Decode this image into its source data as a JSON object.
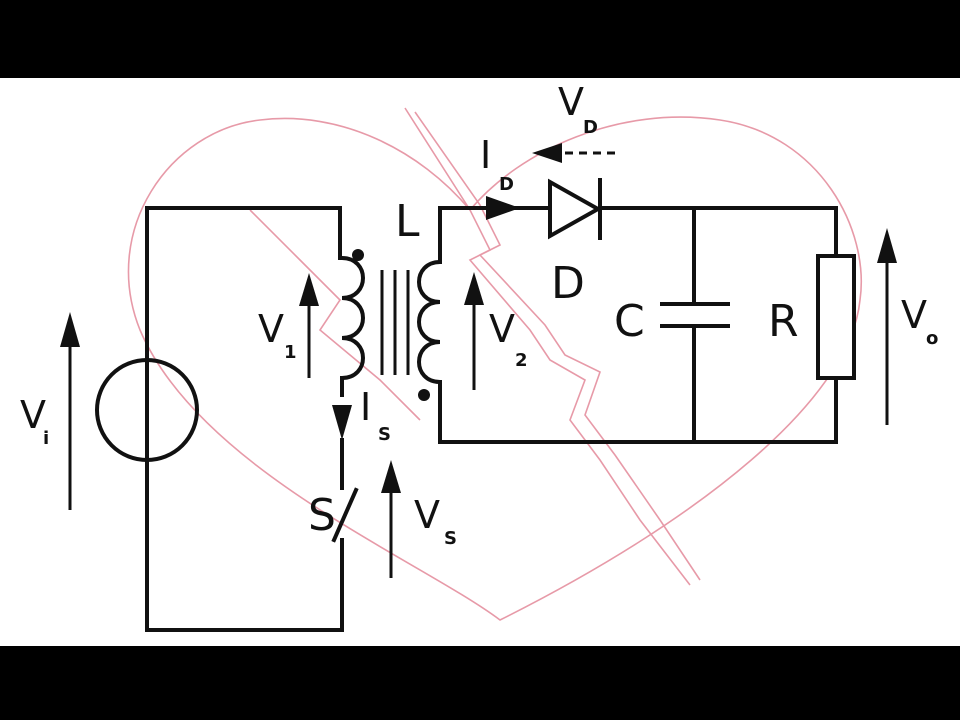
{
  "diagram": {
    "components": {
      "inductor": "L",
      "diode": "D",
      "capacitor": "C",
      "resistor": "R",
      "switch": "S"
    },
    "quantities": {
      "vi": {
        "main": "V",
        "sub": "i"
      },
      "v1": {
        "main": "V",
        "sub": "1"
      },
      "v2": {
        "main": "V",
        "sub": "2"
      },
      "vd": {
        "main": "V",
        "sub": "D"
      },
      "id": {
        "main": "I",
        "sub": "D"
      },
      "is": {
        "main": "I",
        "sub": "S"
      },
      "vs": {
        "main": "V",
        "sub": "S"
      },
      "vo": {
        "main": "V",
        "sub": "o"
      }
    },
    "colors": {
      "wire": "#111111",
      "watermark": "#e79aa8",
      "letterbox": "#000000",
      "background": "#ffffff"
    }
  }
}
